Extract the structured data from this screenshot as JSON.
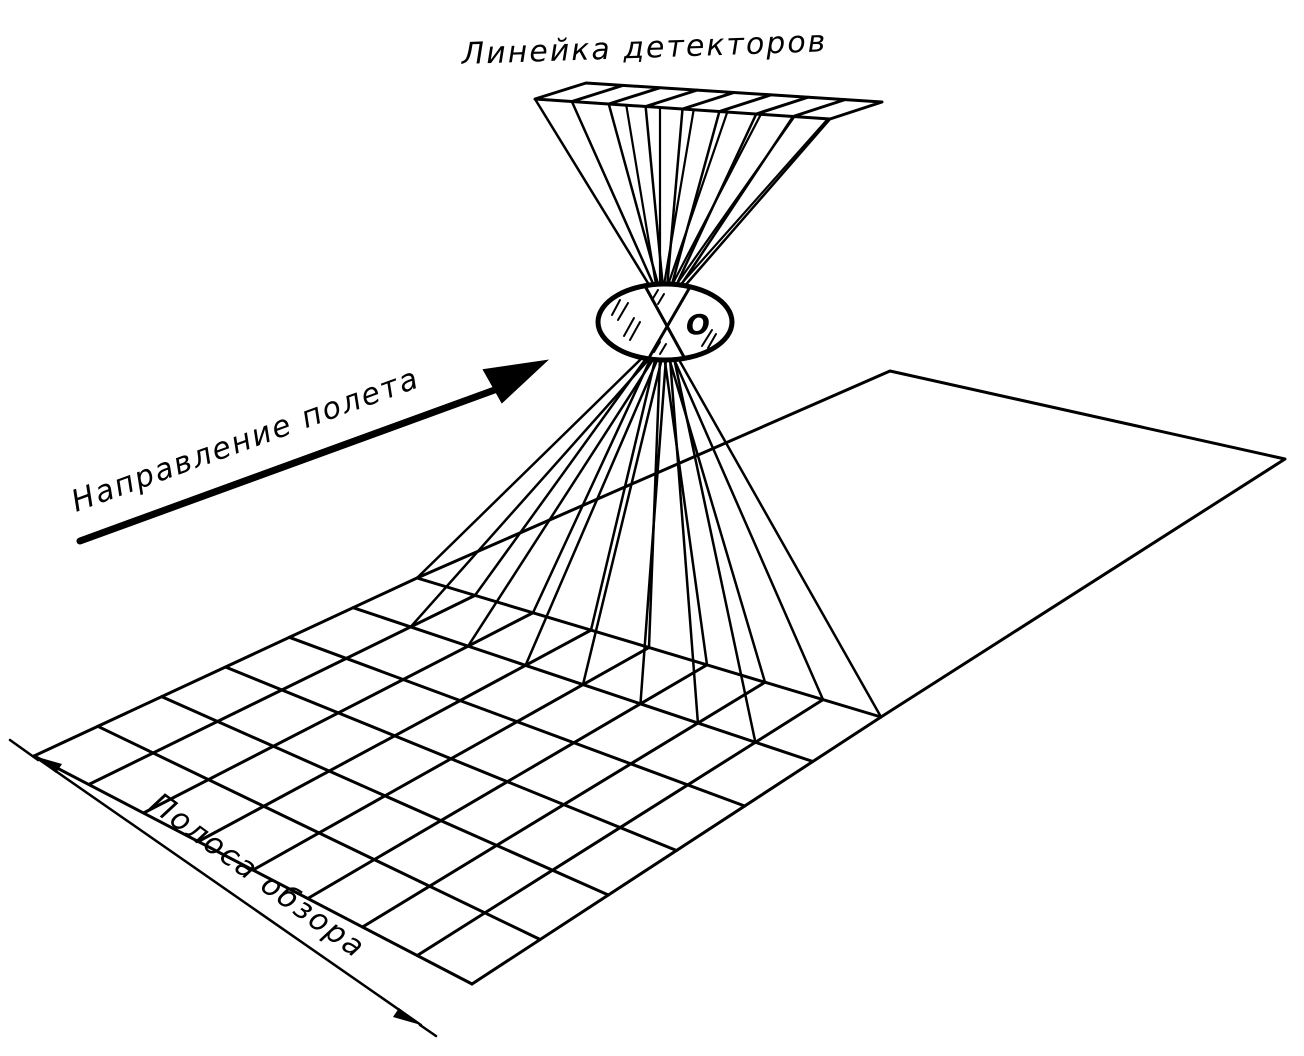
{
  "labels": {
    "detector_line": "Линейка детекторов",
    "flight_direction": "Направление полета",
    "swath": "Полоса обзора",
    "lens": "О"
  },
  "colors": {
    "ink": "#000000",
    "background": "#ffffff"
  },
  "grid": {
    "rows_along_track": 6,
    "cells_across_track": 8
  },
  "detector_count": 8
}
